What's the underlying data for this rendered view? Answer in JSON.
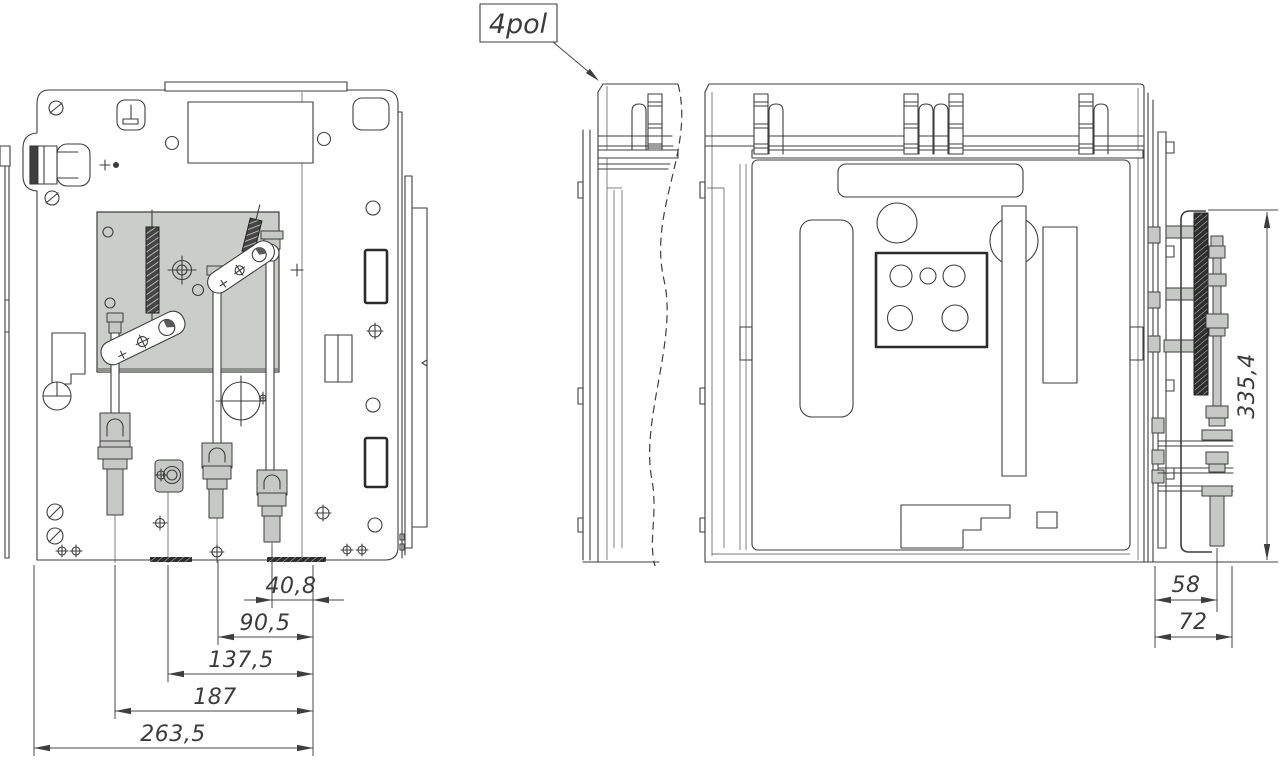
{
  "drawing": {
    "callout": {
      "label": "4pol"
    },
    "dims": {
      "d40_8": "40,8",
      "d90_5": "90,5",
      "d137_5": "137,5",
      "d187": "187",
      "d263_5": "263,5",
      "d58": "58",
      "d72": "72",
      "d335_4": "335,4"
    },
    "colors": {
      "line": "#3e3e3e",
      "plate_fill": "#cbcdca",
      "part_fill": "#c6c8c5",
      "hatch_dark": "#3f3f3f",
      "background": "#ffffff"
    }
  }
}
